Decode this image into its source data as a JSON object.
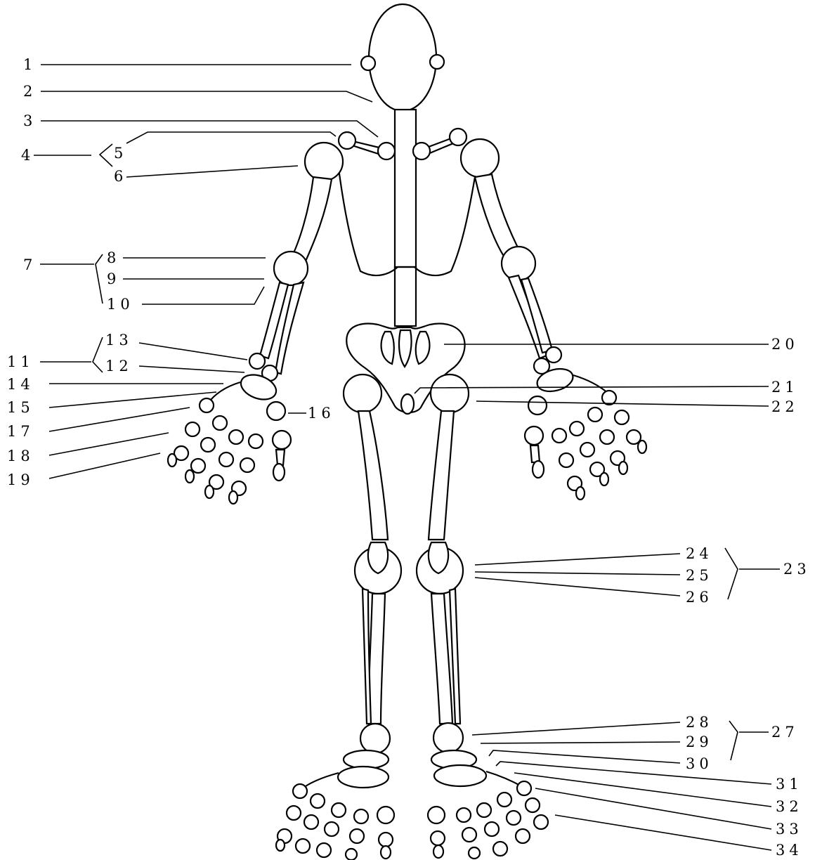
{
  "labels": {
    "l1": "1",
    "l2": "2",
    "l3": "3",
    "l4": "4",
    "l5": "5",
    "l6": "6",
    "l7": "7",
    "l8": "8",
    "l9": "9",
    "l10": "10",
    "l11": "11",
    "l12": "12",
    "l13": "13",
    "l14": "14",
    "l15": "15",
    "l16": "16",
    "l17": "17",
    "l18": "18",
    "l19": "19",
    "l20": "20",
    "l21": "21",
    "l22": "22",
    "l23": "23",
    "l24": "24",
    "l25": "25",
    "l26": "26",
    "l27": "27",
    "l28": "28",
    "l29": "29",
    "l30": "30",
    "l31": "31",
    "l32": "32",
    "l33": "33",
    "l34": "34"
  },
  "colors": {
    "line": "#000000",
    "fill": "#ffffff",
    "background": "#ffffff"
  }
}
